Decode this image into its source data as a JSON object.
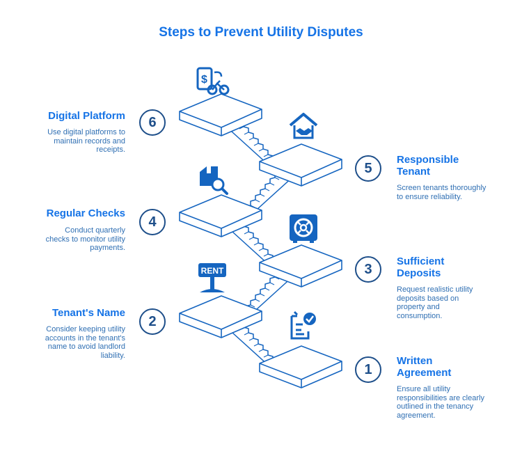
{
  "title": "Steps to Prevent Utility Disputes",
  "steps": [
    {
      "number": "1",
      "title_line1": "Written",
      "title_line2": "Agreement",
      "desc": [
        "Ensure all utility",
        "responsibilities are clearly",
        "outlined in the tenancy",
        "agreement."
      ],
      "icon": "checklist-icon"
    },
    {
      "number": "2",
      "title_line1": "Tenant's Name",
      "title_line2": "",
      "desc": [
        "Consider keeping utility",
        "accounts in the tenant's",
        "name to avoid landlord",
        "liability."
      ],
      "icon": "rent-sign-icon",
      "sign_text": "RENT"
    },
    {
      "number": "3",
      "title_line1": "Sufficient",
      "title_line2": "Deposits",
      "desc": [
        "Request realistic utility",
        "deposits based on",
        "property and",
        "consumption."
      ],
      "icon": "safe-icon"
    },
    {
      "number": "4",
      "title_line1": "Regular Checks",
      "title_line2": "",
      "desc": [
        "Conduct quarterly",
        "checks to monitor utility",
        "payments."
      ],
      "icon": "box-search-icon"
    },
    {
      "number": "5",
      "title_line1": "Responsible",
      "title_line2": "Tenant",
      "desc": [
        "Screen tenants thoroughly",
        "to ensure reliability."
      ],
      "icon": "house-handshake-icon"
    },
    {
      "number": "6",
      "title_line1": "Digital Platform",
      "title_line2": "",
      "desc": [
        "Use digital platforms to",
        "maintain records and",
        "receipts."
      ],
      "icon": "phone-bike-icon"
    }
  ],
  "colors": {
    "accent": "#1573e6",
    "dark": "#1e4f8a",
    "stroke": "#1565c0",
    "text": "#2f6fb3"
  }
}
